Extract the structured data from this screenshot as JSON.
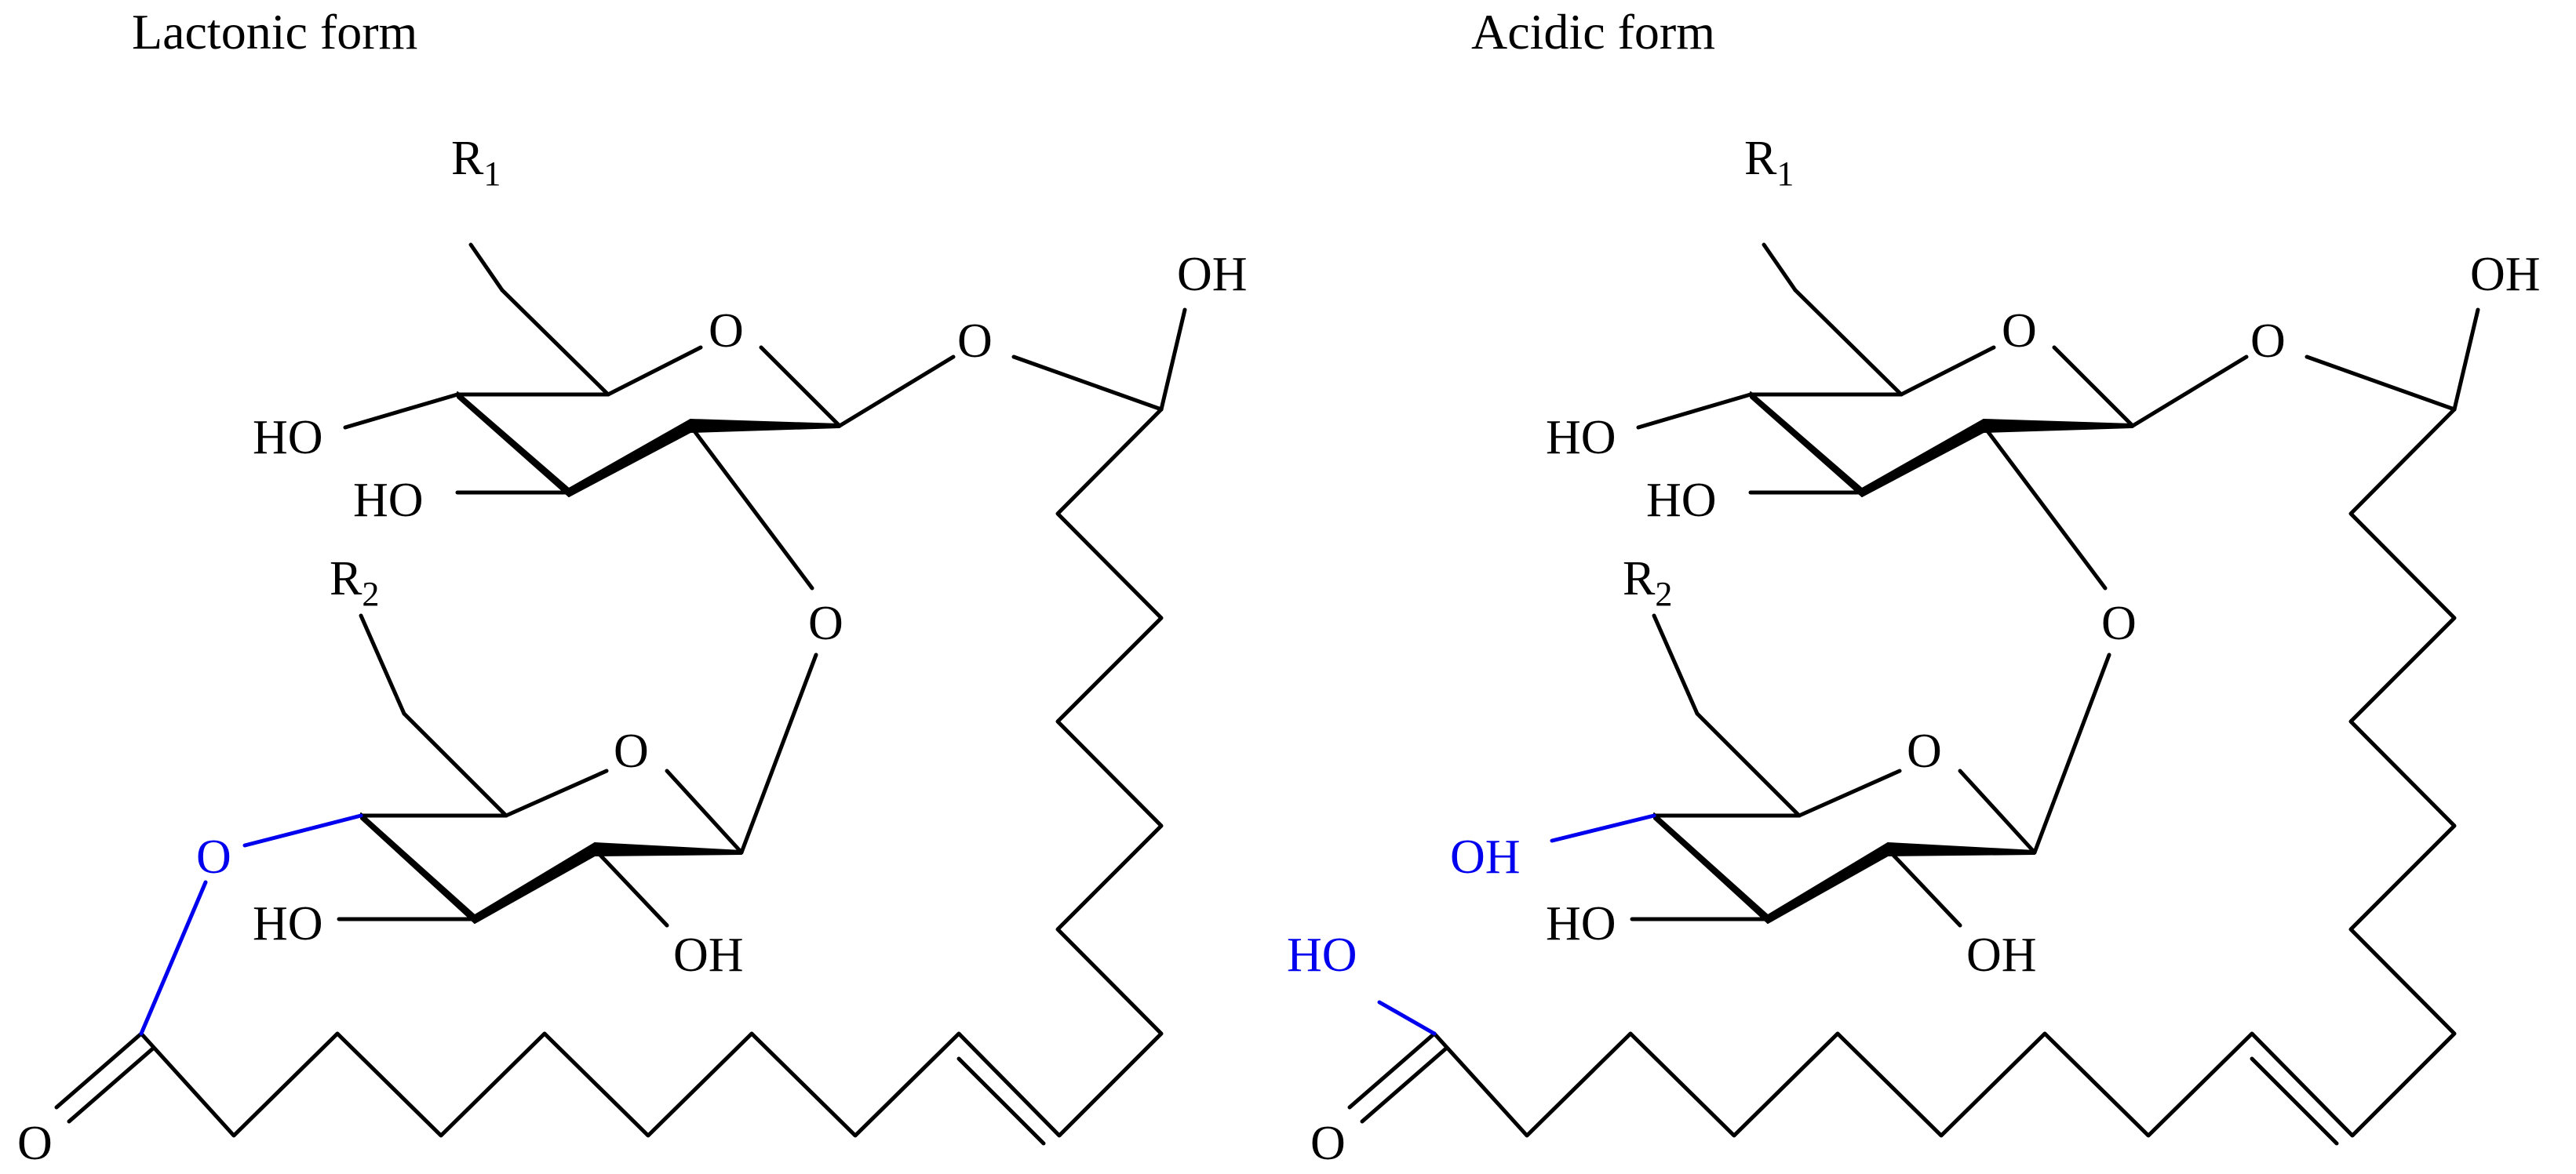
{
  "panels": [
    {
      "title": "Lactonic form",
      "labels": {
        "r1": "R",
        "r1_sub": "1",
        "r2": "R",
        "r2_sub": "2",
        "ring1_o": "O",
        "glyco_o1": "O",
        "oh_top": "OH",
        "ho_1": "HO",
        "ho_2": "HO",
        "link_o": "O",
        "ring2_o": "O",
        "ester_o": "O",
        "ho_3": "HO",
        "oh_bottom": "OH",
        "carbonyl_o": "O"
      }
    },
    {
      "title": "Acidic form",
      "labels": {
        "r1": "R",
        "r1_sub": "1",
        "r2": "R",
        "r2_sub": "2",
        "ring1_o": "O",
        "glyco_o1": "O",
        "oh_top": "OH",
        "ho_1": "HO",
        "ho_2": "HO",
        "link_o": "O",
        "ring2_o": "O",
        "free_oh": "OH",
        "ho_3": "HO",
        "oh_bottom": "OH",
        "acid_ho": "HO",
        "carbonyl_o": "O"
      }
    }
  ],
  "colors": {
    "bond": "#000000",
    "highlight": "#0000EE",
    "background": "#FFFFFF"
  }
}
